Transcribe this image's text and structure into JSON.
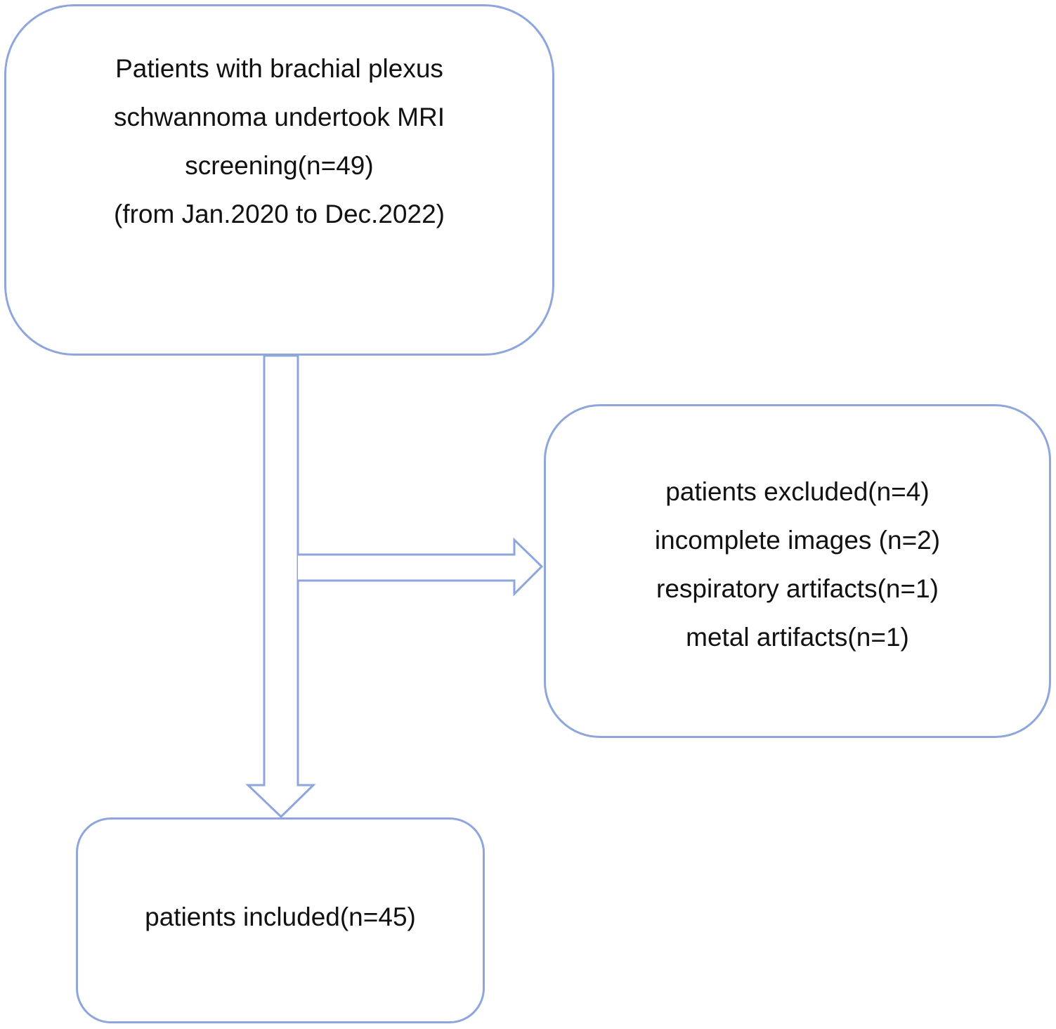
{
  "screening_box": {
    "lines": [
      "Patients with brachial plexus",
      "schwannoma undertook MRI",
      "screening(n=49)",
      "(from Jan.2020 to Dec.2022)"
    ]
  },
  "excluded_box": {
    "lines": [
      "patients excluded(n=4)",
      "incomplete images (n=2)",
      "respiratory artifacts(n=1)",
      "metal artifacts(n=1)"
    ]
  },
  "included_box": {
    "lines": [
      "patients included(n=45)"
    ]
  },
  "colors": {
    "border": "#8ea6dc",
    "text": "#111111",
    "background": "#ffffff"
  }
}
